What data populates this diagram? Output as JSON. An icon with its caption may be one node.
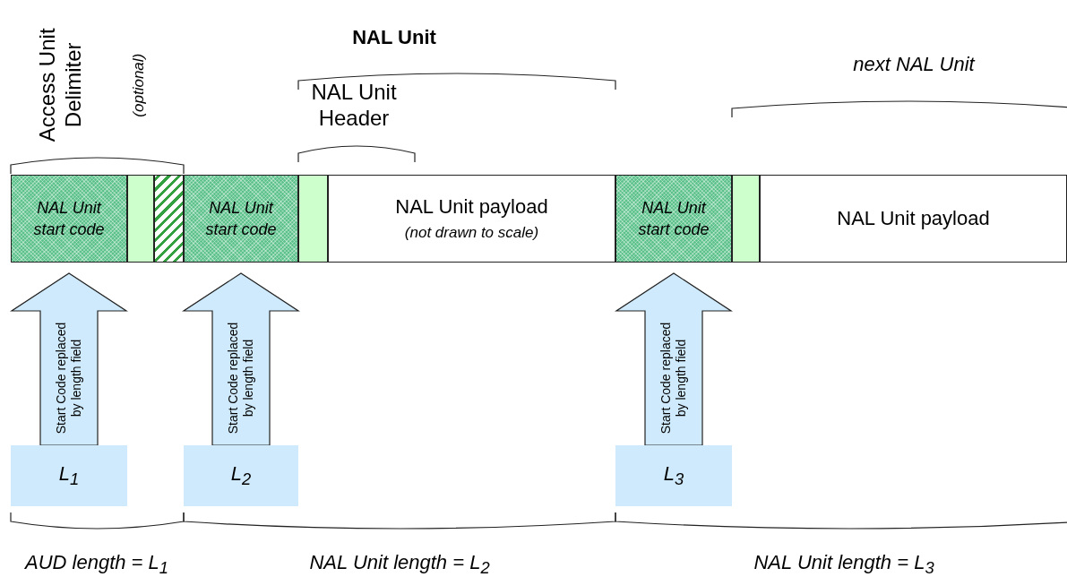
{
  "diagram": {
    "nodes": [
      {
        "text": [
          "NAL Unit start code"
        ]
      },
      {
        "text": [],
        "shape": "box"
      },
      {
        "text": [],
        "shape": "box"
      },
      {
        "text": [
          "NAL Unit start code"
        ]
      },
      {
        "text": [],
        "shape": "box"
      },
      {
        "text": [
          "NAL Unit payload",
          "(not drawn to scale)"
        ]
      },
      {
        "text": [
          "NAL Unit start code"
        ]
      },
      {
        "text": [],
        "shape": "box"
      },
      {
        "text": [
          "NAL Unit payload"
        ]
      },
      {
        "text": [
          "L$_{1}$"
        ]
      },
      {
        "text": [
          "L$_{2}$"
        ]
      },
      {
        "text": [
          "L$_{3}$"
        ]
      }
    ],
    "edges": [
      {
        "from": 9,
        "to": 0,
        "arrow": "to",
        "label": "Start Code replaced by length field"
      },
      {
        "from": 10,
        "to": 3,
        "arrow": "to",
        "label": "Start Code replaced by length field"
      },
      {
        "from": 11,
        "to": 6,
        "arrow": "to",
        "label": "Start Code replaced by length field"
      }
    ],
    "labels": [
      "Access Unit Delimiter",
      "(optional)",
      "NAL Unit",
      "NAL Unit Header",
      "next NAL Unit",
      "AUD length = L$_{1}$",
      "NAL Unit length = L$_{2}$",
      "NAL Unit length = L$_{3}$"
    ]
  }
}
